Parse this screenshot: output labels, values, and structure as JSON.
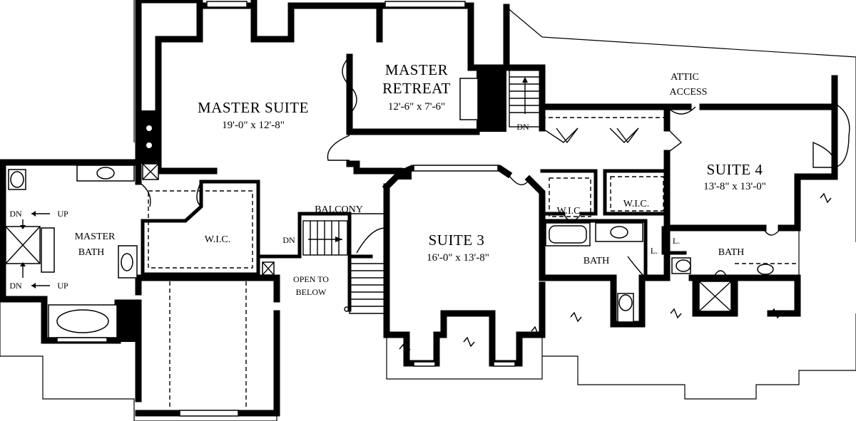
{
  "rooms": {
    "master_suite": {
      "name": "MASTER SUITE",
      "size": "19'-0\" x 12'-8\""
    },
    "master_retreat": {
      "name_line1": "MASTER",
      "name_line2": "RETREAT",
      "size": "12'-6\" x 7'-6\""
    },
    "suite3": {
      "name": "SUITE 3",
      "size": "16'-0\" x 13'-8\""
    },
    "suite4": {
      "name": "SUITE 4",
      "size": "13'-8\" x 13'-0\""
    },
    "master_bath": {
      "line1": "MASTER",
      "line2": "BATH"
    },
    "wic_master": "W.I.C.",
    "wic_center": "W.I.C",
    "wic_right": "W.I.C.",
    "bath_center": "BATH",
    "bath_right": "BATH",
    "linen1": "L.",
    "linen2": "L."
  },
  "labels": {
    "balcony": "BALCONY",
    "open_to_below_line1": "OPEN TO",
    "open_to_below_line2": "BELOW",
    "attic_line1": "ATTIC",
    "attic_line2": "ACCESS",
    "dn_stair_main": "DN",
    "dn_stair_retreat": "DN",
    "bath_dn_top": "DN",
    "bath_up_top": "UP",
    "bath_dn_bottom": "DN",
    "bath_up_bottom": "UP"
  }
}
